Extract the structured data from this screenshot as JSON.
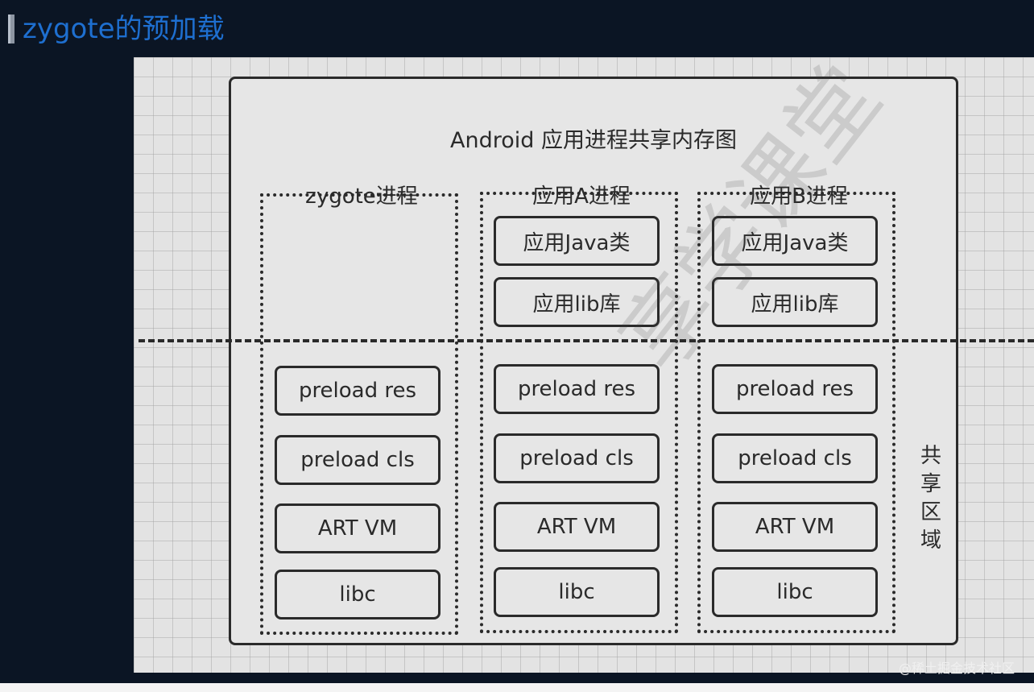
{
  "page": {
    "heading": "zygote的预加载"
  },
  "diagram": {
    "title": "Android 应用进程共享内存图",
    "columns": [
      {
        "label": "zygote进程",
        "private_boxes": [],
        "shared_boxes": [
          "preload res",
          "preload cls",
          "ART VM",
          "libc"
        ]
      },
      {
        "label": "应用A进程",
        "private_boxes": [
          "应用Java类",
          "应用lib库"
        ],
        "shared_boxes": [
          "preload res",
          "preload cls",
          "ART VM",
          "libc"
        ]
      },
      {
        "label": "应用B进程",
        "private_boxes": [
          "应用Java类",
          "应用lib库"
        ],
        "shared_boxes": [
          "preload res",
          "preload cls",
          "ART VM",
          "libc"
        ]
      }
    ],
    "shared_region_label": [
      "共",
      "享",
      "区",
      "域"
    ],
    "watermark": "享学课堂"
  },
  "footer": {
    "credit": "@稀土掘金技术社区"
  },
  "colors": {
    "background": "#0b1524",
    "heading": "#1e6fd0",
    "canvas": "#e3e3e3",
    "ink": "#2a2a2a"
  }
}
